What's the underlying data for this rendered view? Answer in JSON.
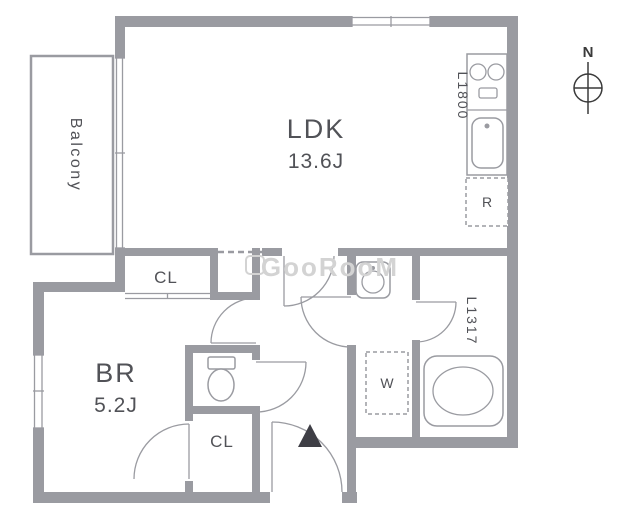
{
  "plan": {
    "balcony_label": "Balcony",
    "ldk_name": "LDK",
    "ldk_size": "13.6J",
    "br_name": "BR",
    "br_size": "5.2J",
    "closet_upper_label": "CL",
    "closet_lower_label": "CL",
    "kitchen_label": "L1800",
    "bath_label": "L1317",
    "refrigerator_label": "R",
    "washer_label": "W"
  },
  "compass": {
    "north_label": "N"
  },
  "watermark": {
    "text": "GooRooM"
  },
  "colors": {
    "wall": "#9a9ba1",
    "label": "#515257",
    "watermark": "#d3d3d3",
    "entrance_marker": "#3e3e45",
    "compass": "#3a3a3a"
  }
}
